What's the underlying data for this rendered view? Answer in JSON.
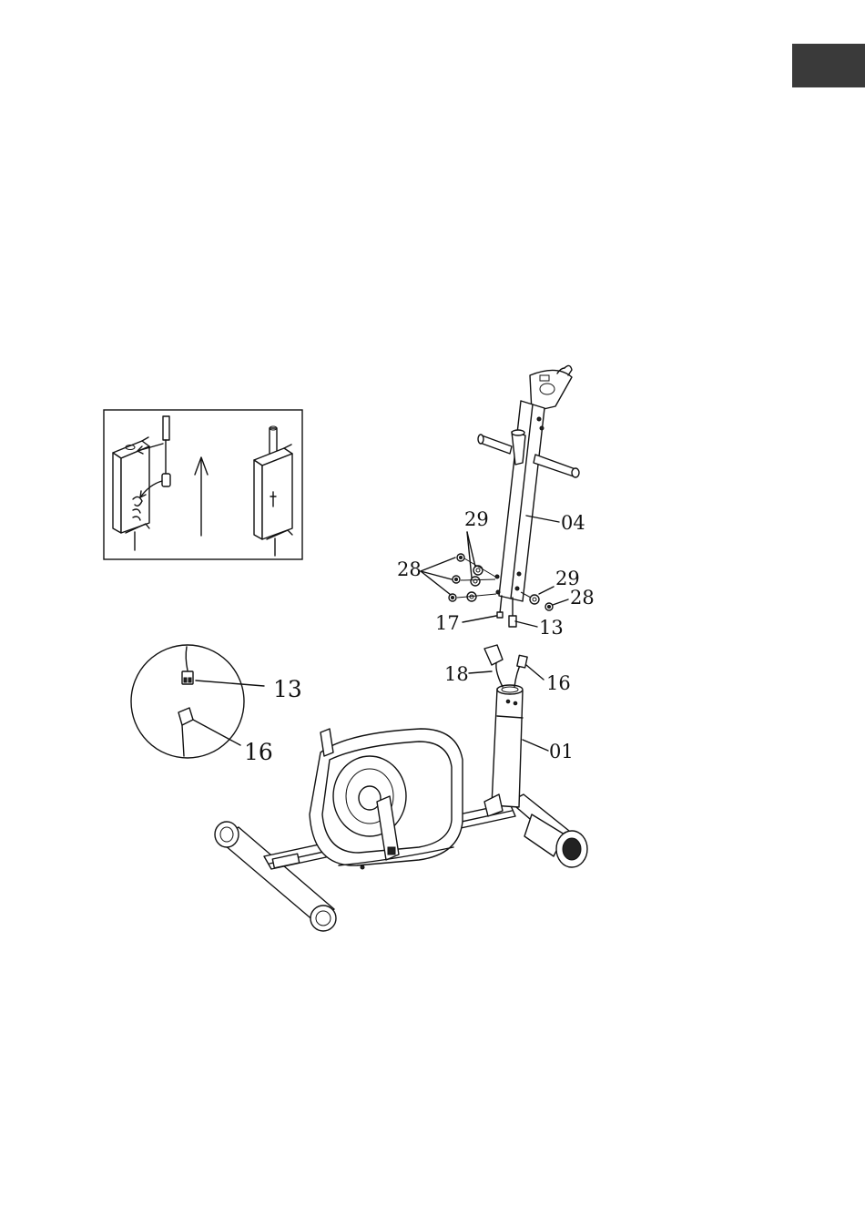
{
  "corner_tab": {
    "color": "#3a3a3a"
  },
  "inset": {
    "arrow": "up-arrow"
  },
  "callout": {
    "upper": "13",
    "lower": "16"
  },
  "labels": {
    "p04": "04",
    "p29a": "29",
    "p28a": "28",
    "p29b": "29",
    "p28b": "28",
    "p17": "17",
    "p13": "13",
    "p18": "18",
    "p16": "16",
    "p01": "01"
  }
}
